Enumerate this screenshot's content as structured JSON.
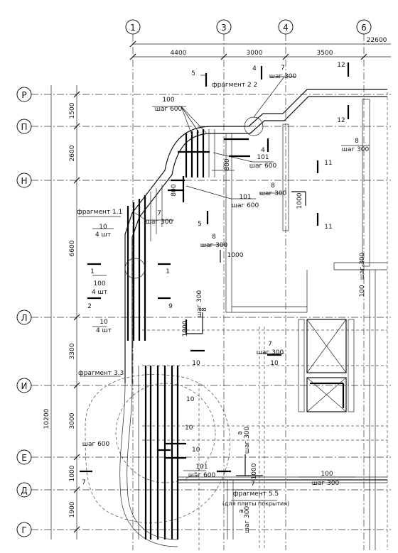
{
  "axes_top": [
    {
      "id": "ax-1",
      "label": "1"
    },
    {
      "id": "ax-3",
      "label": "3"
    },
    {
      "id": "ax-4",
      "label": "4"
    },
    {
      "id": "ax-6",
      "label": "6"
    }
  ],
  "axes_left": [
    {
      "id": "ax-r",
      "label": "Р"
    },
    {
      "id": "ax-p",
      "label": "П"
    },
    {
      "id": "ax-n",
      "label": "Н"
    },
    {
      "id": "ax-l",
      "label": "Л"
    },
    {
      "id": "ax-i",
      "label": "И"
    },
    {
      "id": "ax-e",
      "label": "Е"
    },
    {
      "id": "ax-d",
      "label": "Д"
    },
    {
      "id": "ax-g",
      "label": "Г"
    }
  ],
  "dims_top": {
    "overall": "22600",
    "d1": "4400",
    "d2": "3000",
    "d3": "3500"
  },
  "dims_left": {
    "d1": "1500",
    "d2": "2600",
    "d3": "6600",
    "d4": "3300",
    "d5": "10200",
    "d6": "3000",
    "d7": "1000",
    "d8": "1900"
  },
  "labels": {
    "frag22": "фрагмент 2 2",
    "frag11": "фрагмент 1.1",
    "frag33": "фрагмент 3.3",
    "frag55": "фрагмент 5.5",
    "for_slab": "(для плиты покрытия)",
    "n100": "100",
    "shag600": "шаг 600",
    "n7": "7",
    "shag300": "шаг 300",
    "n101": "101",
    "n8": "8",
    "n10": "10",
    "sht4": "4 шт",
    "n800": "800",
    "n1000": "1000",
    "s1": "1",
    "s4": "4",
    "s5": "5",
    "s9": "9",
    "s10": "10",
    "s11": "11",
    "s12": "12",
    "s2": "2",
    "s7": "7",
    "n_a": "а"
  }
}
